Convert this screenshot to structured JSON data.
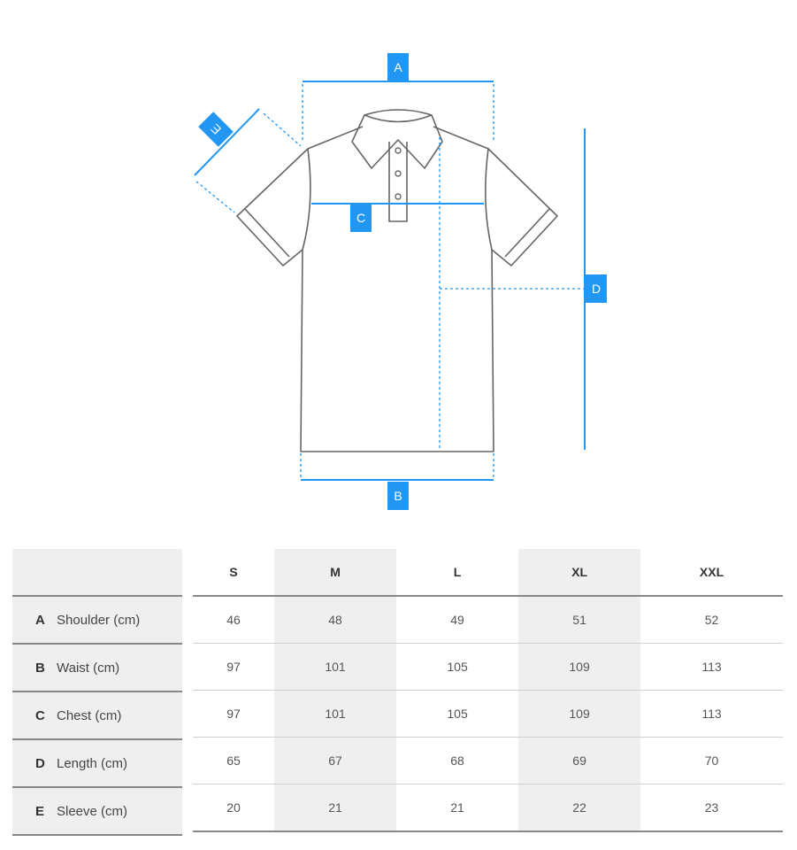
{
  "diagram": {
    "accent_color": "#2196F3",
    "outline_color": "#666666",
    "markers": {
      "a": "A",
      "b": "B",
      "c": "C",
      "d": "D",
      "e": "E"
    }
  },
  "table": {
    "sizes": [
      "S",
      "M",
      "L",
      "XL",
      "XXL"
    ],
    "rows": [
      {
        "letter": "A",
        "label": "Shoulder (cm)",
        "values": [
          "46",
          "48",
          "49",
          "51",
          "52"
        ]
      },
      {
        "letter": "B",
        "label": "Waist (cm)",
        "values": [
          "97",
          "101",
          "105",
          "109",
          "113"
        ]
      },
      {
        "letter": "C",
        "label": "Chest (cm)",
        "values": [
          "97",
          "101",
          "105",
          "109",
          "113"
        ]
      },
      {
        "letter": "D",
        "label": "Length (cm)",
        "values": [
          "65",
          "67",
          "68",
          "69",
          "70"
        ]
      },
      {
        "letter": "E",
        "label": "Sleeve (cm)",
        "values": [
          "20",
          "21",
          "21",
          "22",
          "23"
        ]
      }
    ]
  }
}
